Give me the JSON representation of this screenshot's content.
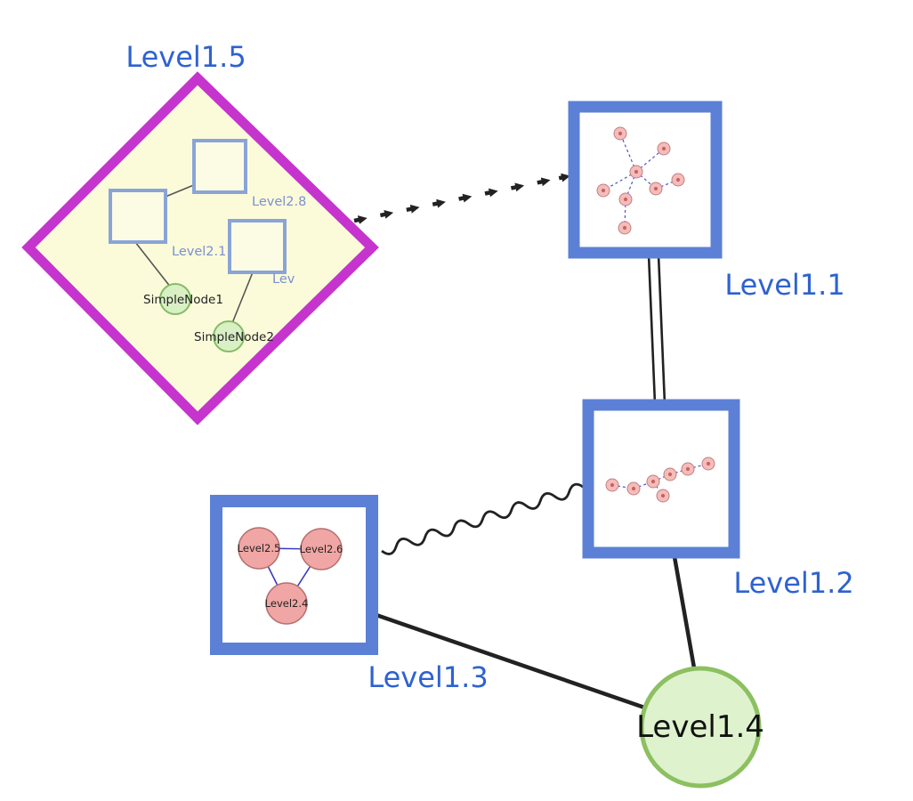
{
  "diagram": {
    "kind": "nested-graph-visualization",
    "background": "#ffffff"
  },
  "colors": {
    "node_label_blue": "#2e62d0",
    "diamond_border": "#c634ce",
    "diamond_fill": "#fbfbda",
    "group_border_blue": "#5b80d6",
    "inner_square_border": "#8aa4d8",
    "green_node_fill": "#d9efc4",
    "green_node_border": "#84bc64",
    "pink_node_fill": "#f3b0ae",
    "pink_node_border": "#c47f7c",
    "edge_black": "#222222",
    "mini_edge_blue": "#5050c8"
  },
  "nodes": {
    "level15": {
      "label": "Level1.5",
      "shape": "diamond-group"
    },
    "level11": {
      "label": "Level1.1",
      "shape": "square-group"
    },
    "level12": {
      "label": "Level1.2",
      "shape": "square-group"
    },
    "level13": {
      "label": "Level1.3",
      "shape": "square-group"
    },
    "level14": {
      "label": "Level1.4",
      "shape": "circle"
    }
  },
  "level15_contents": {
    "squares": [
      {
        "label": "Level2.8"
      },
      {
        "label": "Level2.1"
      },
      {
        "label": "Lev"
      }
    ],
    "green_nodes": [
      {
        "label": "SimpleNode1"
      },
      {
        "label": "SimpleNode2"
      }
    ]
  },
  "level13_contents": {
    "nodes": [
      {
        "label": "Level2.5"
      },
      {
        "label": "Level2.6"
      },
      {
        "label": "Level2.4"
      }
    ]
  },
  "edges": [
    {
      "from": "Level1.5",
      "to": "Level1.1",
      "style": "bold-dashed-arrow"
    },
    {
      "from": "Level1.1",
      "to": "Level1.2",
      "style": "double-line"
    },
    {
      "from": "Level1.3",
      "to": "Level1.2",
      "style": "wavy"
    },
    {
      "from": "Level1.3",
      "to": "Level1.4",
      "style": "solid"
    },
    {
      "from": "Level1.2",
      "to": "Level1.4",
      "style": "solid"
    }
  ]
}
